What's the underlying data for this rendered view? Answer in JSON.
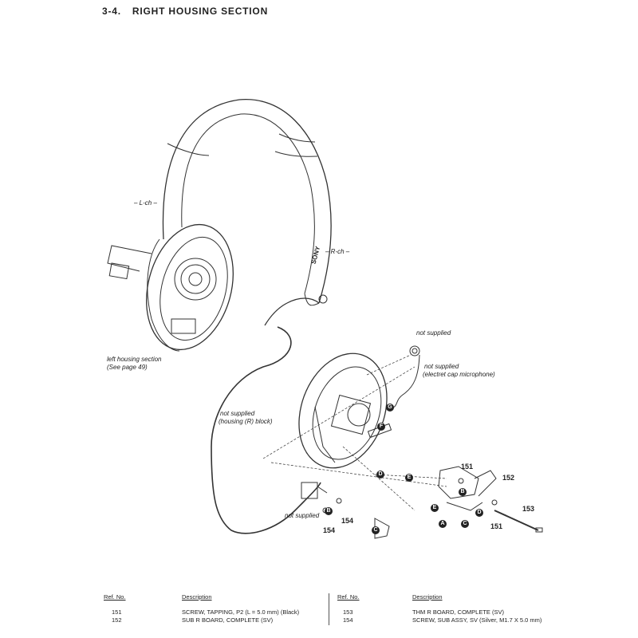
{
  "header": {
    "number": "3-4.",
    "title": "RIGHT HOUSING SECTION"
  },
  "labels": {
    "lch": "– L-ch –",
    "rch": "– R-ch –",
    "sony": "SONY",
    "left_housing_1": "left housing section",
    "left_housing_2": "(See page 49)",
    "not_supplied_top": "not supplied",
    "mic_1": "not supplied",
    "mic_2": "(electret cap microphone)",
    "housing_1": "not supplied",
    "housing_2": "(housing (R) block)",
    "not_supplied_bottom": "not supplied"
  },
  "markers": {
    "a": "A",
    "b": "B",
    "c": "C",
    "d": "D",
    "e": "E",
    "f": "F",
    "g": "G"
  },
  "refs": {
    "r151": "151",
    "r152": "152",
    "r153": "153",
    "r154": "154"
  },
  "parts_table": {
    "headers": {
      "ref": "Ref. No.",
      "desc": "Description"
    },
    "left": [
      {
        "ref": "151",
        "desc": "SCREW, TAPPING, P2 (L = 5.0 mm) (Black)"
      },
      {
        "ref": "152",
        "desc": "SUB R BOARD, COMPLETE (SV)"
      }
    ],
    "right": [
      {
        "ref": "153",
        "desc": "THM R BOARD, COMPLETE (SV)"
      },
      {
        "ref": "154",
        "desc": "SCREW, SUB ASSY, SV (Silver, M1.7 X 5.0 mm)"
      }
    ]
  }
}
